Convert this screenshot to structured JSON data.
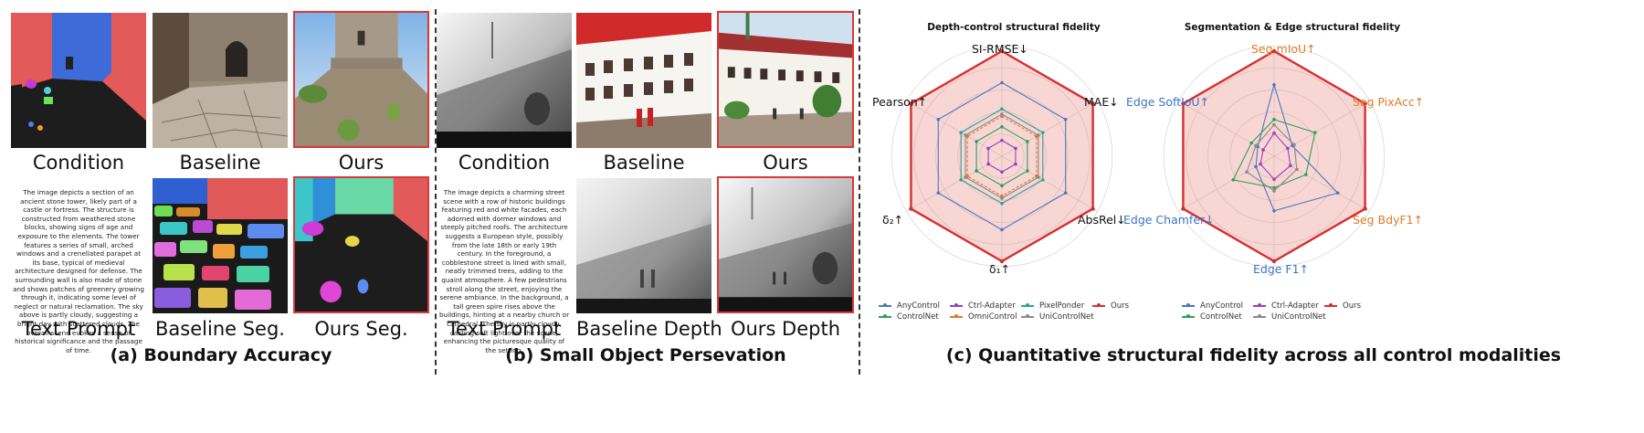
{
  "panels": {
    "a": {
      "title": "(a) Boundary Accuracy",
      "captions": {
        "condition": "Condition",
        "baseline": "Baseline",
        "ours": "Ours",
        "text_prompt": "Text Prompt",
        "baseline_seg": "Baseline Seg.",
        "ours_seg": "Ours Seg."
      },
      "prompt": "The image depicts a section of an ancient stone tower, likely part of a castle or fortress. The structure is constructed from weathered stone blocks, showing signs of age and exposure to the elements. The tower features a series of small, arched windows and a crenellated parapet at its base, typical of medieval architecture designed for defense. The surrounding wall is also made of stone and shows patches of greenery growing through it, indicating some level of neglect or natural reclamation. The sky above is partly cloudy, suggesting a bright day with scattered clouds. The overall scene evokes a sense of historical significance and the passage of time."
    },
    "b": {
      "title": "(b) Small Object Persevation",
      "captions": {
        "condition": "Condition",
        "baseline": "Baseline",
        "ours": "Ours",
        "text_prompt": "Text Prompt",
        "baseline_depth": "Baseline Depth",
        "ours_depth": "Ours Depth"
      },
      "prompt": "The image depicts a charming street scene with a row of historic buildings featuring red and white facades, each adorned with dormer windows and steeply pitched roofs. The architecture suggests a European style, possibly from the late 18th or early 19th century. In the foreground, a cobblestone street is lined with small, neatly trimmed trees, adding to the quaint atmosphere. A few pedestrians stroll along the street, enjoying the serene ambiance. In the background, a tall green spire rises above the buildings, hinting at a nearby church or cathedral. The sky is partly cloudy, casting soft light over the scene, enhancing the picturesque quality of the setting."
    },
    "c": {
      "title": "(c) Quantitative structural fidelity across all control modalities"
    }
  },
  "colors": {
    "AnyControl": "#4a78c2",
    "ControlNet": "#2ca05a",
    "Ctrl-Adapter": "#9b3fc0",
    "OmniControl": "#e07b28",
    "PixelPonder": "#2aa198",
    "UniControlNet": "#8a8a8a",
    "Ours": "#d62f2f",
    "seg_label": "#e07b28",
    "edge_label": "#3b74c9"
  },
  "chart_data": [
    {
      "type": "radar",
      "title": "Depth-control structural fidelity",
      "axes": [
        "SI-RMSE↓",
        "MAE↓",
        "AbsRel↓",
        "δ₁↑",
        "δ₂↑",
        "Pearson↑"
      ],
      "range": [
        0,
        1
      ],
      "grid": true,
      "series": [
        {
          "name": "AnyControl",
          "values": [
            0.7,
            0.7,
            0.7,
            0.7,
            0.7,
            0.7
          ]
        },
        {
          "name": "ControlNet",
          "values": [
            0.28,
            0.28,
            0.28,
            0.28,
            0.28,
            0.28
          ]
        },
        {
          "name": "Ctrl-Adapter",
          "values": [
            0.15,
            0.15,
            0.15,
            0.15,
            0.15,
            0.15
          ]
        },
        {
          "name": "OmniControl",
          "values": [
            0.38,
            0.38,
            0.38,
            0.38,
            0.38,
            0.38
          ]
        },
        {
          "name": "PixelPonder",
          "values": [
            0.45,
            0.45,
            0.45,
            0.45,
            0.45,
            0.45
          ]
        },
        {
          "name": "UniControlNet",
          "values": [
            0.4,
            0.4,
            0.4,
            0.4,
            0.4,
            0.4
          ]
        },
        {
          "name": "Ours",
          "values": [
            1.0,
            1.0,
            1.0,
            1.0,
            1.0,
            1.0
          ]
        }
      ],
      "legend": [
        "AnyControl",
        "Ctrl-Adapter",
        "PixelPonder",
        "Ours",
        "ControlNet",
        "OmniControl",
        "UniControlNet"
      ],
      "legend_position": "bottom"
    },
    {
      "type": "radar",
      "title": "Segmentation & Edge structural fidelity",
      "axes": [
        "Seg mIoU↑",
        "Seg PixAcc↑",
        "Seg BdyF1↑",
        "Edge F1↑",
        "Edge Chamfer↓",
        "Edge SoftIoU↑"
      ],
      "range": [
        0,
        1
      ],
      "grid": true,
      "series": [
        {
          "name": "AnyControl",
          "values": [
            0.68,
            0.2,
            0.7,
            0.52,
            0.2,
            0.18
          ]
        },
        {
          "name": "ControlNet",
          "values": [
            0.35,
            0.45,
            0.35,
            0.3,
            0.45,
            0.25
          ]
        },
        {
          "name": "Ctrl-Adapter",
          "values": [
            0.22,
            0.15,
            0.18,
            0.22,
            0.15,
            0.12
          ]
        },
        {
          "name": "UniControlNet",
          "values": [
            0.3,
            0.22,
            0.25,
            0.33,
            0.3,
            0.2
          ]
        },
        {
          "name": "Ours",
          "values": [
            1.0,
            1.0,
            1.0,
            1.0,
            1.0,
            1.0
          ]
        }
      ],
      "legend": [
        "AnyControl",
        "Ctrl-Adapter",
        "Ours",
        "ControlNet",
        "UniControlNet"
      ],
      "legend_position": "bottom"
    }
  ]
}
